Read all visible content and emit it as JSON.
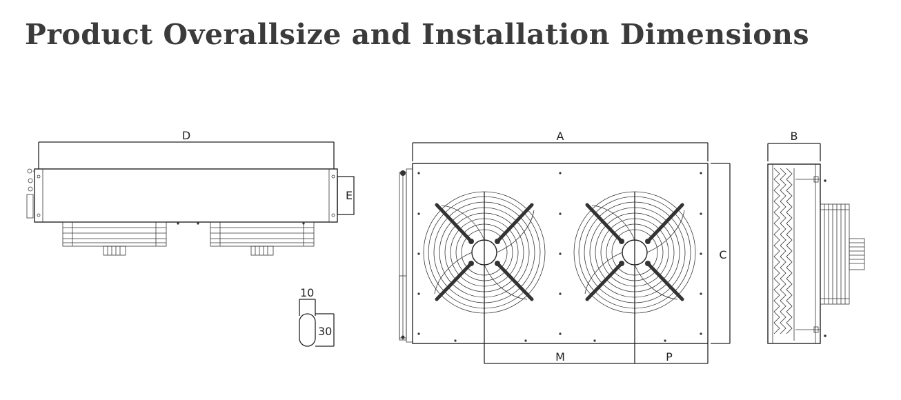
{
  "title": "Product Overallsize and Installation Dimensions",
  "dimension_labels": {
    "d": "D",
    "e": "E",
    "a": "A",
    "c": "C",
    "m": "M",
    "p": "P",
    "b": "B"
  },
  "slot_detail": {
    "width": "10",
    "height": "30"
  }
}
